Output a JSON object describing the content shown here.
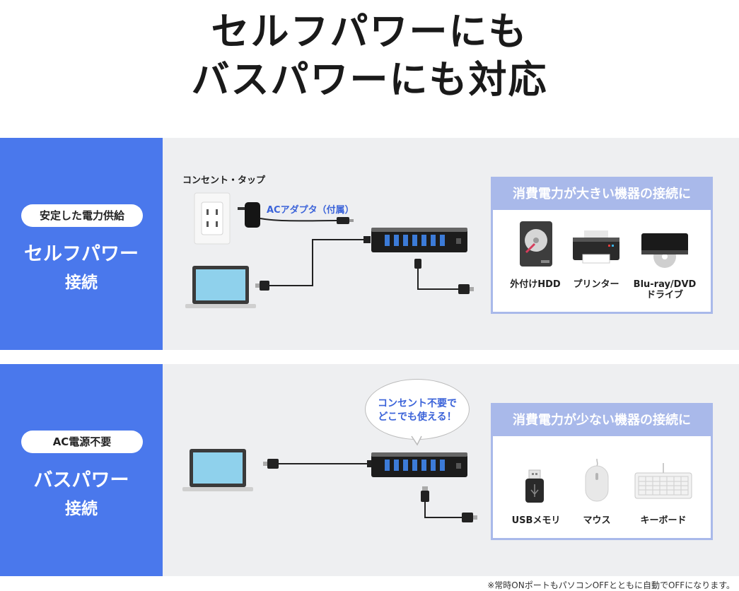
{
  "headline": {
    "line1": "セルフパワーにも",
    "line2": "バスパワーにも対応"
  },
  "self_power": {
    "pill": "安定した電力供給",
    "title_line1": "セルフパワー",
    "title_line2": "接続",
    "outlet_label": "コンセント・タップ",
    "adapter_label": "ACアダプタ（付属）",
    "device_box_header": "消費電力が大きい機器の接続に",
    "devices": [
      {
        "label": "外付けHDD",
        "icon": "hdd-icon"
      },
      {
        "label": "プリンター",
        "icon": "printer-icon"
      },
      {
        "label_line1": "Blu-ray/DVD",
        "label_line2": "ドライブ",
        "icon": "disc-drive-icon"
      }
    ]
  },
  "bus_power": {
    "pill": "AC電源不要",
    "title_line1": "バスパワー",
    "title_line2": "接続",
    "bubble_line1": "コンセント不要で",
    "bubble_line2": "どこでも使える！",
    "device_box_header": "消費電力が少ない機器の接続に",
    "devices": [
      {
        "label": "USBメモリ",
        "icon": "usb-memory-icon"
      },
      {
        "label": "マウス",
        "icon": "mouse-icon"
      },
      {
        "label": "キーボード",
        "icon": "keyboard-icon"
      }
    ]
  },
  "footnote": "※常時ONポートもパソコンOFFとともに自動でOFFになります。",
  "colors": {
    "side_blue": "#4a78ec",
    "panel_gray": "#eeeff1",
    "box_border": "#a9b9ea",
    "usb_blue": "#3c7bd8",
    "accent_text": "#3b63d9"
  }
}
